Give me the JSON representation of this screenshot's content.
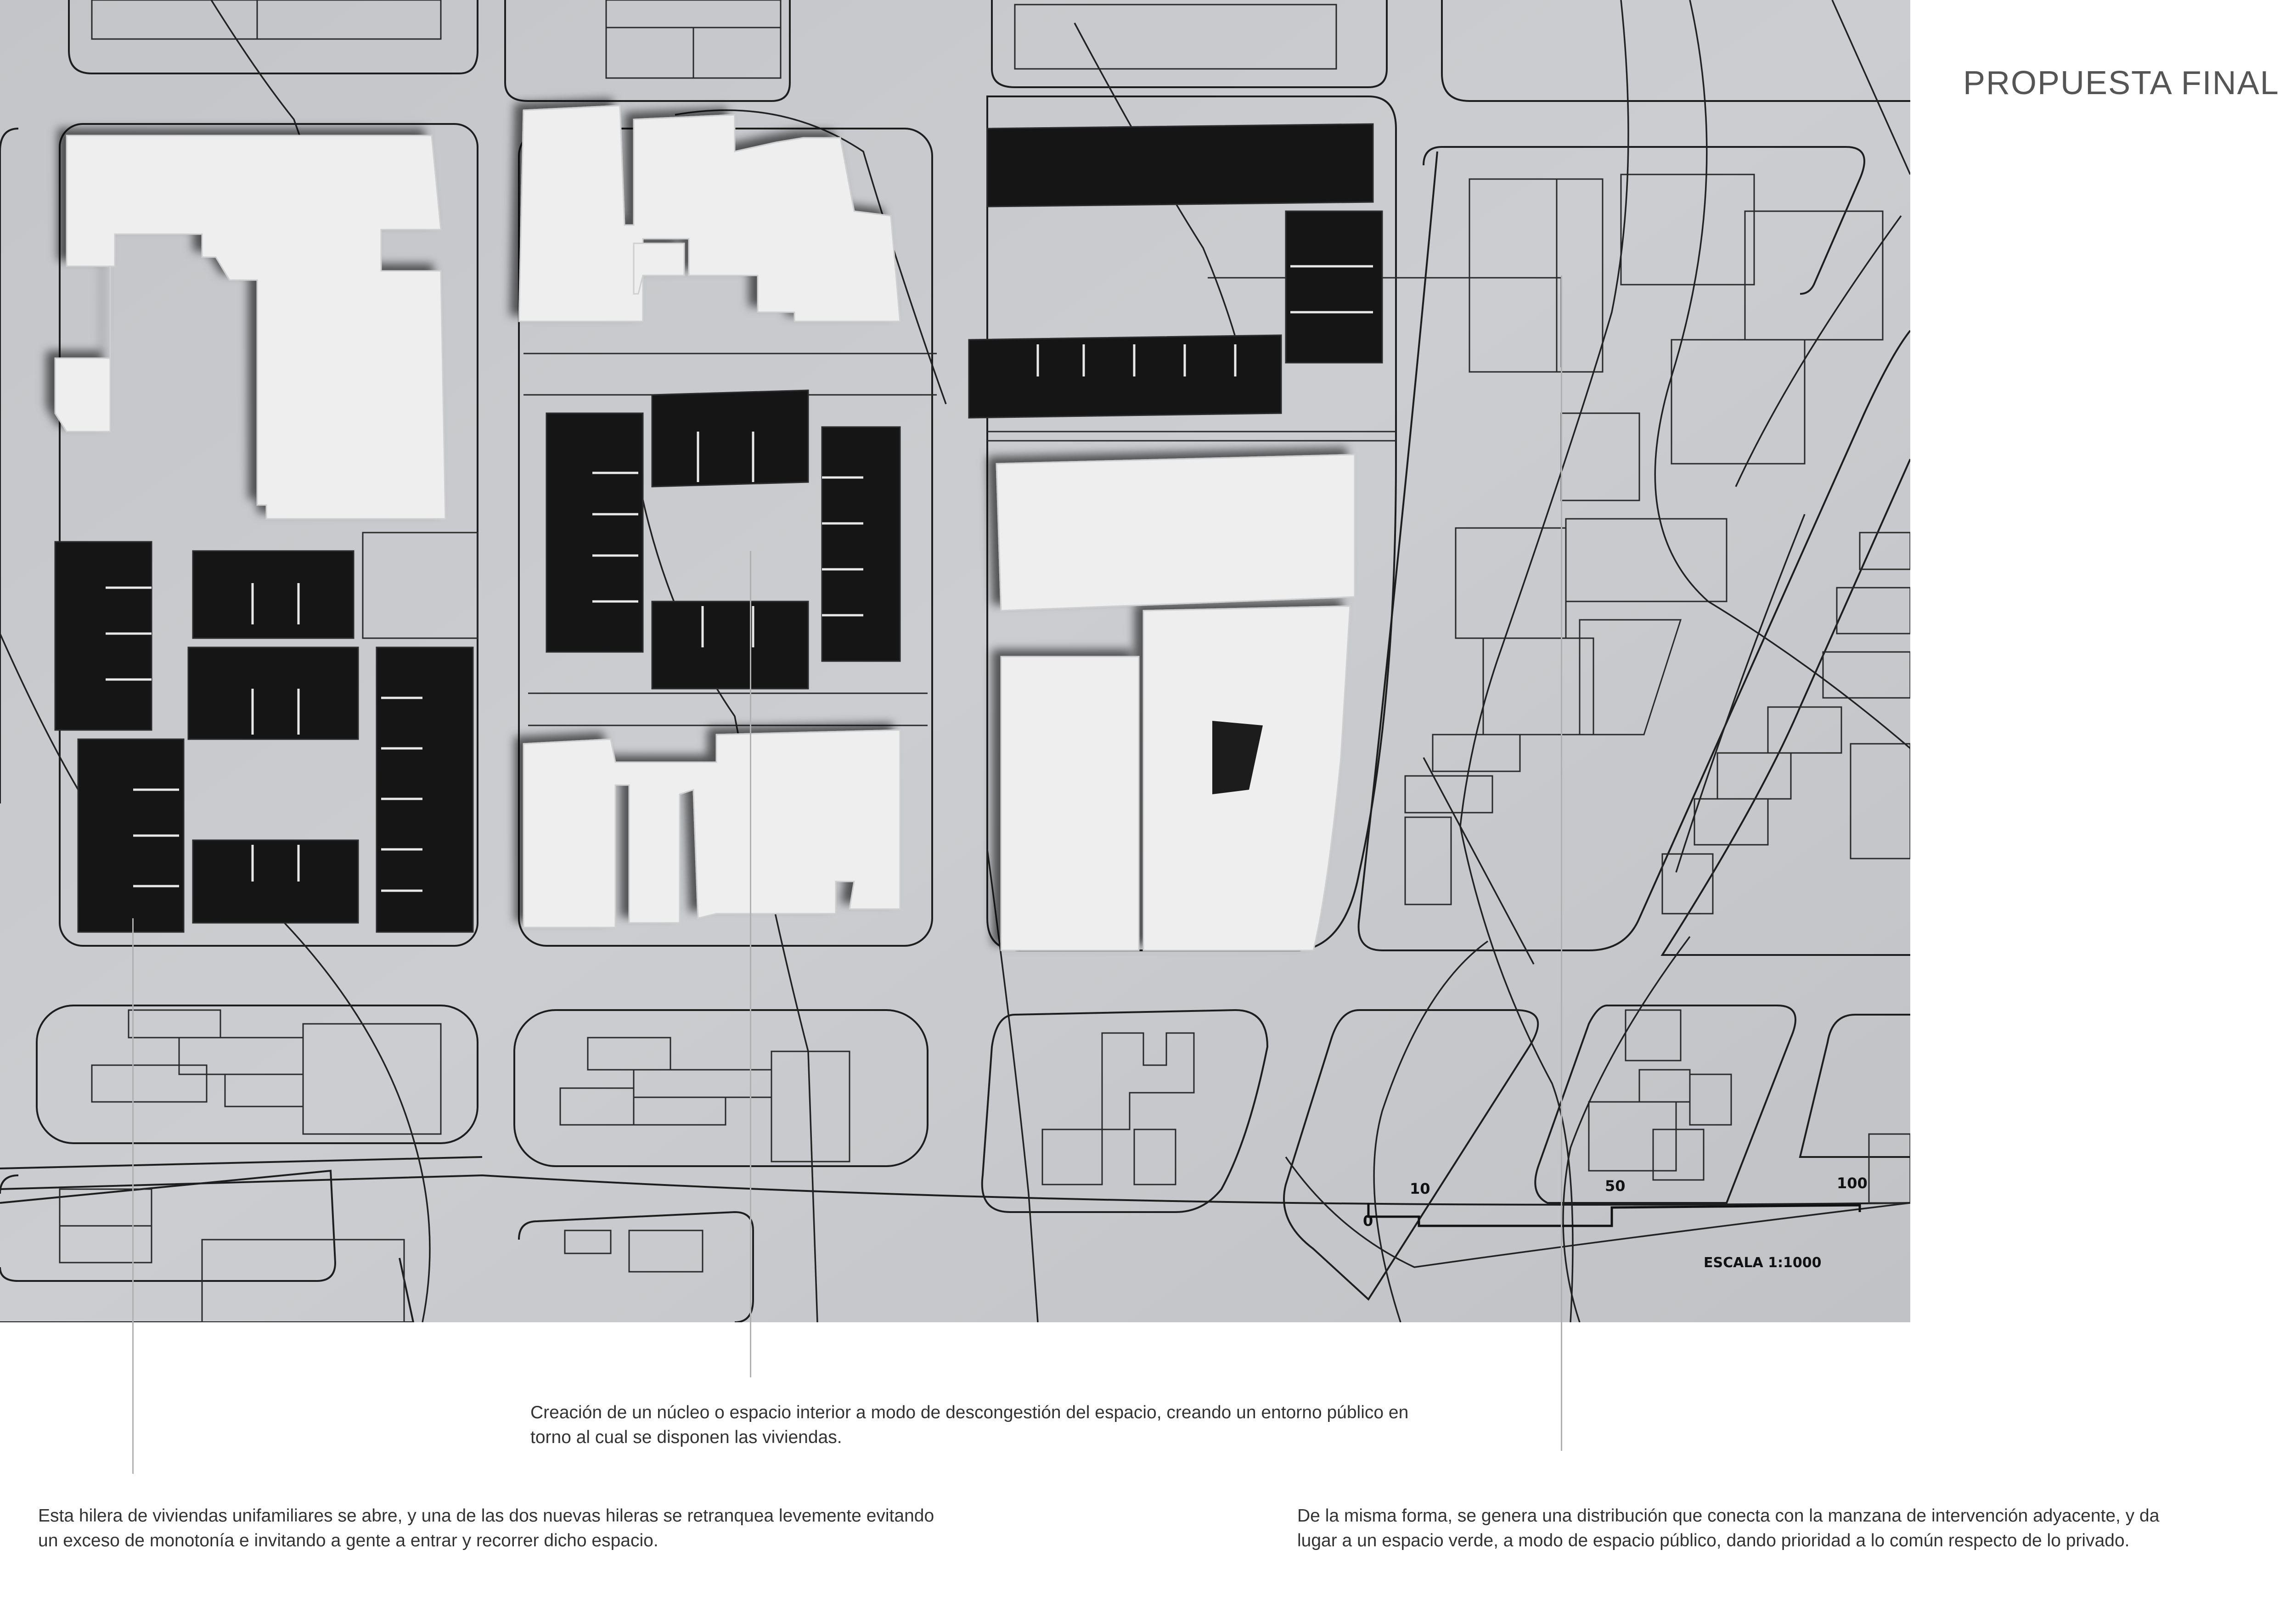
{
  "title": "PROPUESTA FINAL",
  "captions": {
    "center_line1": "Creación de un núcleo o espacio interior a modo de descongestión del espacio, creando un entorno público en",
    "center_line2": "torno al cual se disponen las viviendas.",
    "left_line1": "Esta hilera de viviendas unifamiliares se abre, y una de las dos nuevas hileras se retranquea levemente evitando",
    "left_line2": "un exceso de monotonía e invitando a gente a entrar y recorrer dicho espacio.",
    "right_line1": "De la misma forma,  se genera una distribución que conecta con la manzana de intervención adyacente, y da",
    "right_line2": "lugar a un espacio verde, a modo de espacio público, dando prioridad a lo común respecto de lo privado."
  },
  "scale_bar": {
    "tick_0": "0",
    "tick_10": "10",
    "tick_50": "50",
    "tick_100": "100",
    "label": "ESCALA 1:1000"
  },
  "colors": {
    "paper": "#c6c8cb",
    "model_white": "#f0f0f0",
    "model_black": "#141414",
    "line": "#1e1e1e",
    "caption_text": "#333333",
    "title_text": "#555555"
  }
}
